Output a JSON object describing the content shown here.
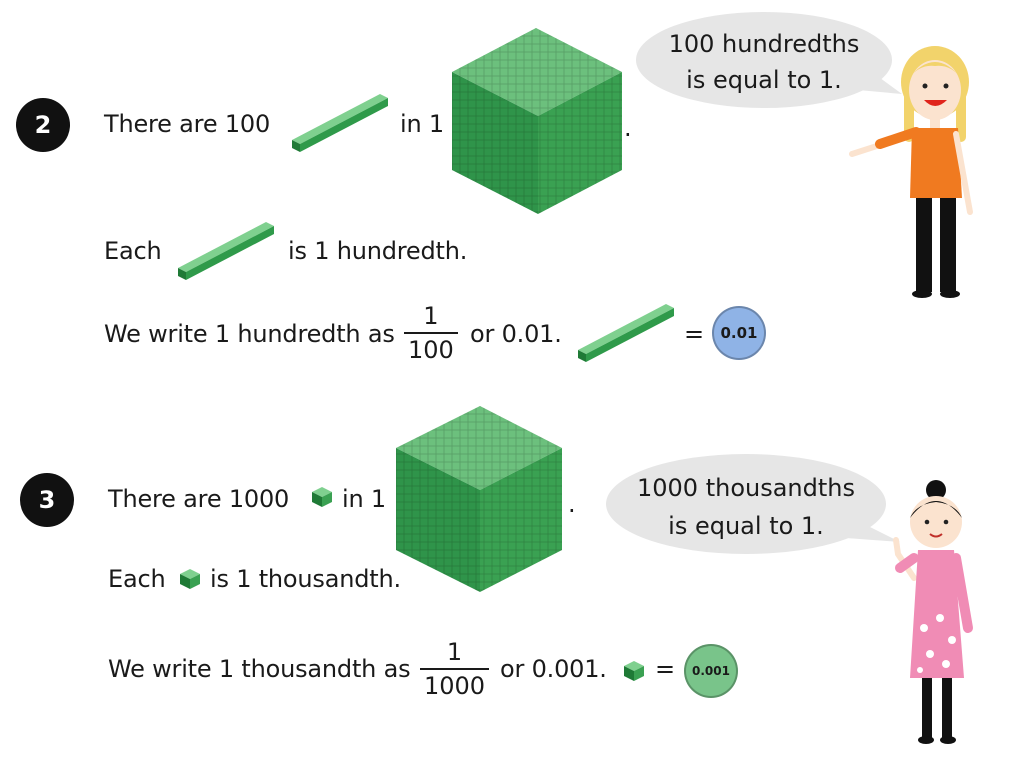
{
  "section2": {
    "number": "2",
    "line1_prefix": "There are 100",
    "line1_mid": "in 1",
    "line1_end": ".",
    "line2_prefix": "Each",
    "line2_suffix": "is 1 hundredth.",
    "line3_prefix": "We write 1 hundredth as",
    "fraction_num": "1",
    "fraction_den": "100",
    "line3_suffix": "or 0.01.",
    "equals": "=",
    "disc_value": "0.01",
    "bubble_line1": "100 hundredths",
    "bubble_line2": "is equal to 1."
  },
  "section3": {
    "number": "3",
    "line1_prefix": "There are 1000",
    "line1_mid": "in 1",
    "line1_end": ".",
    "line2_prefix": "Each",
    "line2_suffix": "is 1 thousandth.",
    "line3_prefix": "We write 1 thousandth as",
    "fraction_num": "1",
    "fraction_den": "1000",
    "line3_suffix": "or 0.001.",
    "equals": "=",
    "disc_value": "0.001",
    "bubble_line1": "1000 thousandths",
    "bubble_line2": "is equal to 1."
  },
  "colors": {
    "block_green": "#3aa152",
    "block_dark": "#2b8a43",
    "disc_blue": "#8fb3e6",
    "disc_green": "#79c48a",
    "bubble_grey": "#e6e6e6",
    "shirt_orange": "#f07a20",
    "dress_pink": "#f08cb5"
  }
}
